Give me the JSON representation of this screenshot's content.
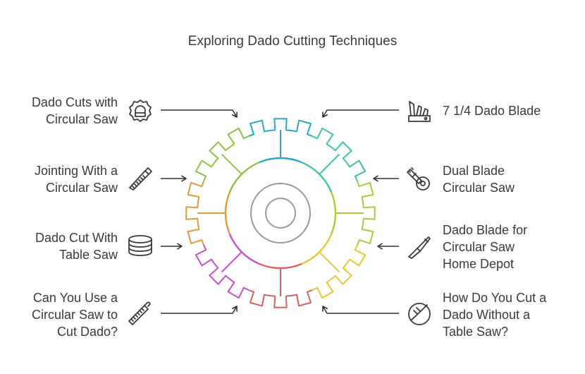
{
  "title": "Exploring Dado Cutting Techniques",
  "colors": {
    "text": "#3a3a3a",
    "arrow": "#333333",
    "gear_segments": [
      "#27a8c8",
      "#3cc79a",
      "#a8cc3a",
      "#e6c92e",
      "#e05d5d",
      "#c74fcf",
      "#e09a3a",
      "#8fc43c"
    ]
  },
  "left_items": [
    {
      "lines": [
        "Dado Cuts with",
        "Circular Saw"
      ],
      "icon": "circular-saw-blade-icon"
    },
    {
      "lines": [
        "Jointing With a",
        "Circular Saw"
      ],
      "icon": "hand-saw-icon"
    },
    {
      "lines": [
        "Dado Cut With",
        "Table Saw"
      ],
      "icon": "stacked-discs-icon"
    },
    {
      "lines": [
        "Can You Use a",
        "Circular Saw to",
        "Cut Dado?"
      ],
      "icon": "saw-icon"
    }
  ],
  "right_items": [
    {
      "lines": [
        "7 1/4 Dado Blade"
      ],
      "icon": "multi-tool-knife-icon"
    },
    {
      "lines": [
        "Dual Blade",
        "Circular Saw"
      ],
      "icon": "dual-blade-saw-icon"
    },
    {
      "lines": [
        "Dado Blade for",
        "Circular Saw",
        "Home Depot"
      ],
      "icon": "utility-knife-icon"
    },
    {
      "lines": [
        "How Do You Cut a",
        "Dado Without a",
        "Table Saw?"
      ],
      "icon": "cutting-disc-icon"
    }
  ]
}
